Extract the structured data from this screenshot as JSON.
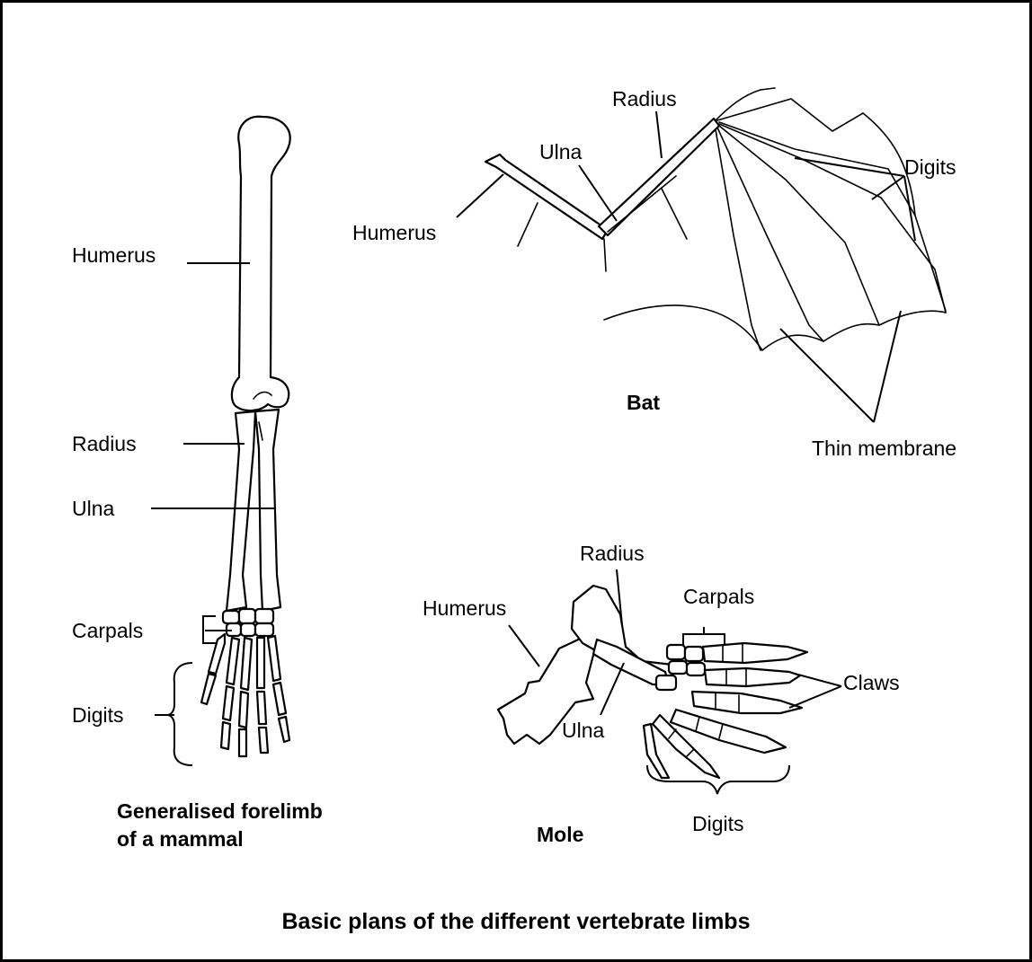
{
  "title": "Basic plans of the different vertebrate limbs",
  "mammal": {
    "caption_line1": "Generalised forelimb",
    "caption_line2": "of a mammal",
    "labels": {
      "humerus": "Humerus",
      "radius": "Radius",
      "ulna": "Ulna",
      "carpals": "Carpals",
      "digits": "Digits"
    }
  },
  "bat": {
    "caption": "Bat",
    "labels": {
      "radius": "Radius",
      "ulna": "Ulna",
      "humerus": "Humerus",
      "digits": "Digits",
      "membrane": "Thin membrane"
    }
  },
  "mole": {
    "caption": "Mole",
    "labels": {
      "radius": "Radius",
      "humerus": "Humerus",
      "carpals": "Carpals",
      "claws": "Claws",
      "ulna": "Ulna",
      "digits": "Digits"
    }
  }
}
